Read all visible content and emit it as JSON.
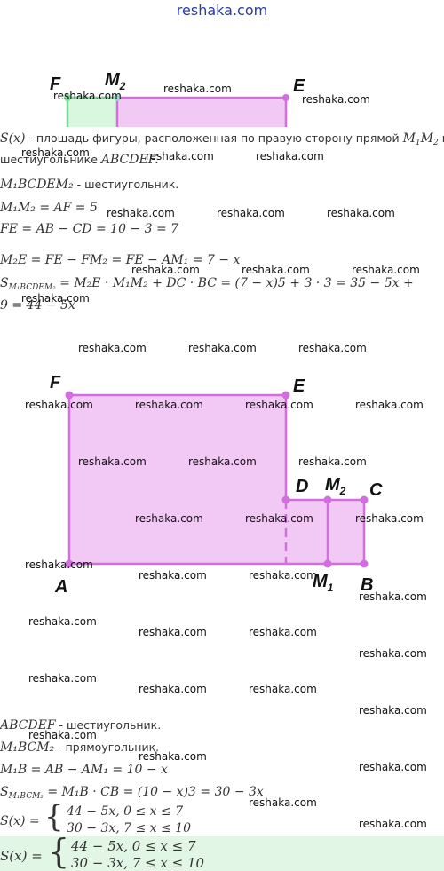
{
  "site": {
    "title": "reshaka.com",
    "watermark": "reshaka.com"
  },
  "figure1": {
    "labels": {
      "F": "F",
      "M": "M",
      "M_sub": "2",
      "E": "E"
    },
    "colors": {
      "green_fill": "#d9f6df",
      "violet_fill": "#f2c8f4",
      "violet_stroke": "#d36ee0",
      "green_stroke": "#7fd99a"
    }
  },
  "text": {
    "line1_math": "S(x)",
    "line1_ru": " - площадь фигуры, расположенная по правую сторону прямой ",
    "line1_math2": "M",
    "line1_sub1": "1",
    "line1_math3": "M",
    "line1_sub2": "2",
    "line1_end": " в",
    "line2_ru": "шестиугольнике ",
    "line2_math": "ABCDEF.",
    "line3_math": "M₁BCDEM₂",
    "line3_ru": " - шестиугольник.",
    "line4": "M₁M₂ = AF = 5",
    "line5": "FE = AB − CD = 10 − 3 = 7",
    "line6": "M₂E = FE − FM₂ = FE − AM₁ = 7 − x",
    "line7": "S_{M₁BCDEM₂} = M₂E · M₁M₂ + DC · BC = (7 − x)5 + 3 · 3 = 35 − 5x +",
    "line7a": "S",
    "line7sub": "M₁BCDEM₂",
    "line7b": " = M₂E · M₁M₂ + DC · BC = (7 − x)5 + 3 · 3 = 35 − 5x +",
    "line8": "9 = 44 − 5x",
    "line9_math": "ABCDEF",
    "line9_ru": " - шестиугольник.",
    "line10_math": "M₁BCM₂",
    "line10_ru": " - прямоугольник.",
    "line11": "M₁B = AB − AM₁ = 10 − x",
    "line12a": "S",
    "line12sub": "M₁BCM₂",
    "line12b": " = M₁B · CB = (10 − x)3 = 30 − 3x",
    "sx_label": "S(x) = ",
    "piece1": "44 − 5x,  0  ≤  x  ≤  7",
    "piece2": "30 − 3x,  7  ≤  x  ≤  10"
  },
  "figure2": {
    "labels": {
      "F": "F",
      "E": "E",
      "D": "D",
      "M2": "M",
      "M2_sub": "2",
      "C": "C",
      "A": "A",
      "M1": "M",
      "M1_sub": "1",
      "B": "B"
    },
    "colors": {
      "fill": "#f2c8f4",
      "stroke": "#d36ee0",
      "dot": "#d36ee0"
    }
  },
  "answer": {
    "sx_label": "S(x) = ",
    "piece1": "44 − 5x,  0  ≤  x  ≤  7",
    "piece2": "30 − 3x,  7  ≤  x  ≤  10",
    "band_color": "#e2f6e6"
  }
}
